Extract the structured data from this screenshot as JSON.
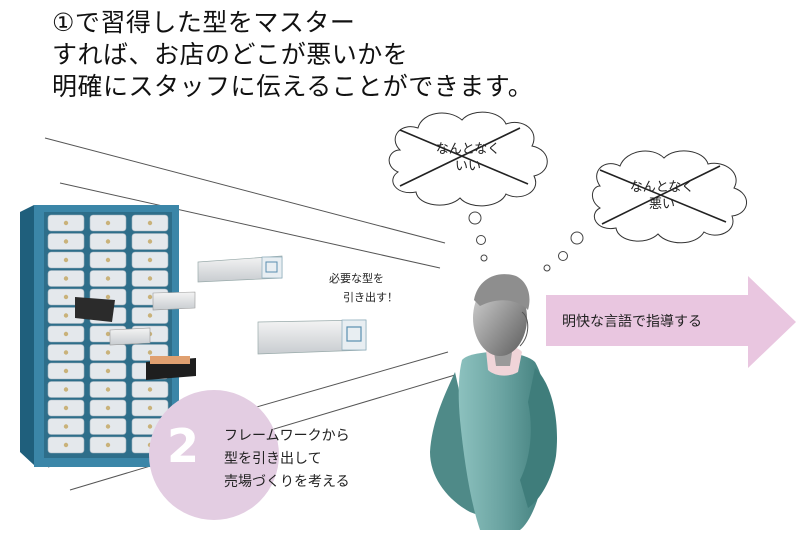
{
  "heading": {
    "line1": "①で習得した型をマスター",
    "line2": "すれば、お店のどこが悪いかを",
    "line3": "明確にスタッフに伝えることができます。"
  },
  "drawer_callout": {
    "line1": "必要な型を",
    "line2": "引き出す！"
  },
  "step": {
    "number": "2",
    "line1": "フレームワークから",
    "line2": "型を引き出して",
    "line3": "売場づくりを考える"
  },
  "thought_left": {
    "line1": "なんとなく",
    "line2": "いい"
  },
  "thought_right": {
    "line1": "なんとなく",
    "line2": "悪い"
  },
  "arrow": {
    "label": "明快な言語で指導する"
  },
  "colors": {
    "step_circle": "#e3cde2",
    "arrow_fill": "#e9c6e0",
    "cabinet_frame": "#3b86a8",
    "person_sweater": "#6fa8a6"
  }
}
